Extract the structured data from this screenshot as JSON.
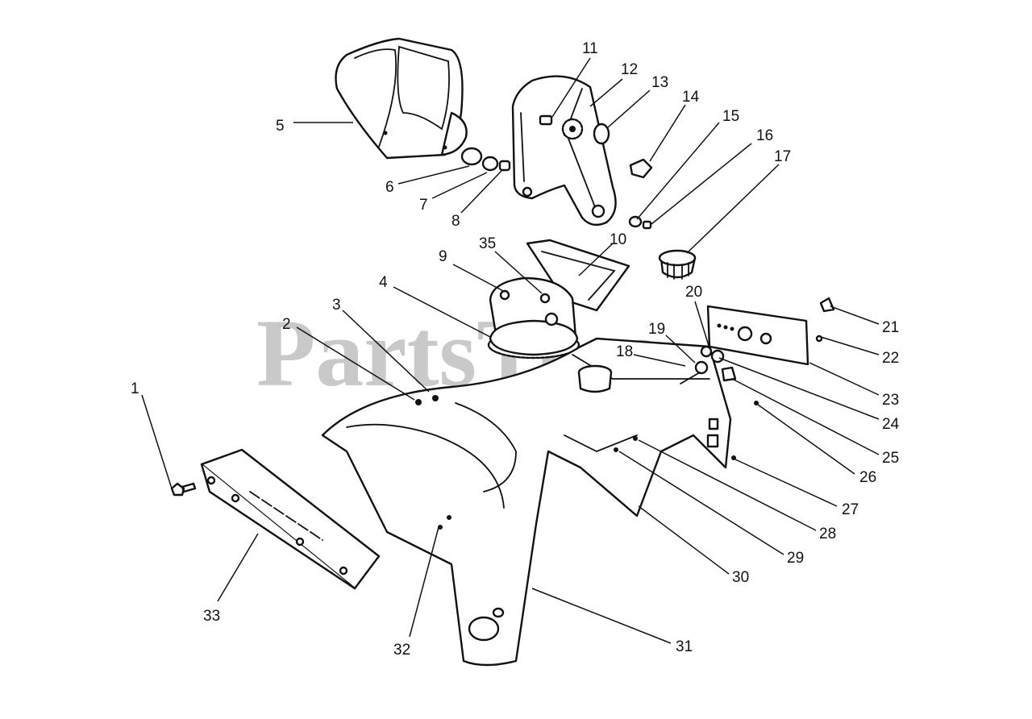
{
  "watermark": "PartsTree",
  "callouts": [
    {
      "label": "1"
    },
    {
      "label": "2"
    },
    {
      "label": "3"
    },
    {
      "label": "4"
    },
    {
      "label": "5"
    },
    {
      "label": "6"
    },
    {
      "label": "7"
    },
    {
      "label": "8"
    },
    {
      "label": "9"
    },
    {
      "label": "10"
    },
    {
      "label": "11"
    },
    {
      "label": "12"
    },
    {
      "label": "13"
    },
    {
      "label": "14"
    },
    {
      "label": "15"
    },
    {
      "label": "16"
    },
    {
      "label": "17"
    },
    {
      "label": "18"
    },
    {
      "label": "19"
    },
    {
      "label": "20"
    },
    {
      "label": "21"
    },
    {
      "label": "22"
    },
    {
      "label": "23"
    },
    {
      "label": "24"
    },
    {
      "label": "25"
    },
    {
      "label": "26"
    },
    {
      "label": "27"
    },
    {
      "label": "28"
    },
    {
      "label": "29"
    },
    {
      "label": "30"
    },
    {
      "label": "31"
    },
    {
      "label": "32"
    },
    {
      "label": "33"
    },
    {
      "label": "35"
    }
  ]
}
